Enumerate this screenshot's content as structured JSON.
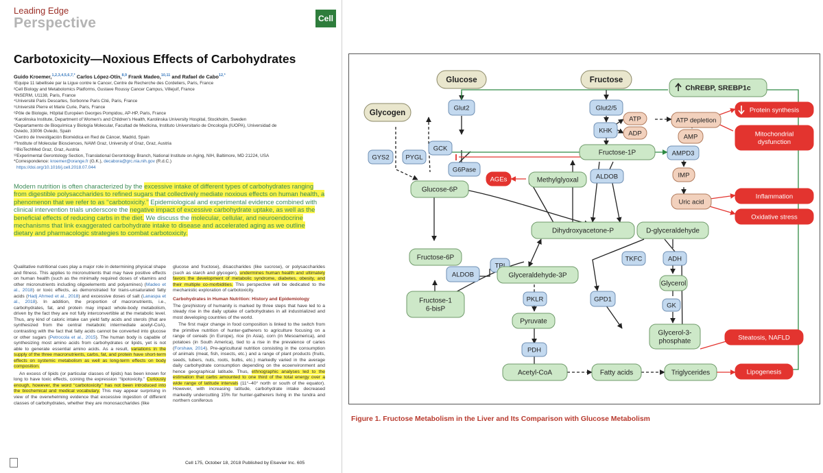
{
  "header": {
    "section": "Leading Edge",
    "type": "Perspective",
    "journal_logo": "Cell"
  },
  "article": {
    "title": "Carbotoxicity—Noxious Effects of Carbohydrates",
    "authors": [
      {
        "name": "Guido Kroemer,",
        "sup": "1,2,3,4,5,6,7,*"
      },
      {
        "name": " Carlos López-Otín,",
        "sup": "8,9"
      },
      {
        "name": " Frank Madeo,",
        "sup": "10,11"
      },
      {
        "name": " and Rafael de Cabo",
        "sup": "12,*"
      }
    ],
    "affiliations": [
      "¹Equipe 11 labellisée par la Ligue contre le Cancer, Centre de Recherche des Cordeliers, Paris, France",
      "²Cell Biology and Metabolomics Platforms, Gustave Roussy Cancer Campus, Villejuif, France",
      "³INSERM, U1138, Paris, France",
      "⁴Université Paris Descartes, Sorbonne Paris Cité, Paris, France",
      "⁵Université Pierre et Marie Curie, Paris, France",
      "⁶Pôle de Biologie, Hôpital Européen Georges Pompidou, AP-HP, Paris, France",
      "⁷Karolinska Institute, Department of Women's and Children's Health, Karolinska University Hospital, Stockholm, Sweden",
      "⁸Departamento de Bioquímica y Biología Molecular, Facultad de Medicina, Instituto Universitario de Oncología (IUOPA), Universidad de",
      "Oviedo, 33006 Oviedo, Spain",
      "⁹Centro de Investigación Biomédica en Red de Cáncer, Madrid, Spain",
      "¹⁰Institute of Molecular Biosciences, NAWI Graz, University of Graz, Graz, Austria",
      "¹¹BioTechMed Graz, Graz, Austria",
      "¹²Experimental Gerontology Section, Translational Gerontology Branch, National Institute on Aging, NIH, Baltimore, MD 21224, USA"
    ],
    "correspondence_prefix": "*Correspondence: ",
    "correspondence_email1": "kroemer@orange.fr",
    "correspondence_mid": " (G.K.), ",
    "correspondence_email2": "decabora@grc.nia.nih.gov",
    "correspondence_suffix": " (R.d.C.)",
    "doi": "https://doi.org/10.1016/j.cell.2018.07.044",
    "abstract_parts": [
      {
        "t": "Modern nutrition is often characterized by the ",
        "h": false
      },
      {
        "t": "excessive intake of different types of carbohydrates ranging from digestible polysaccharides to refined sugars that collectively mediate noxious effects on human health, a phenomenon that we refer to as ‘‘carbotoxicity.’’",
        "h": true
      },
      {
        "t": " Epidemiological and experimental evidence combined with clinical intervention trials underscore the ",
        "h": false
      },
      {
        "t": "negative impact of excessive carbohydrate uptake, as well as the beneficial effects of reducing carbs in the diet.",
        "h": true
      },
      {
        "t": " We discuss the ",
        "h": false
      },
      {
        "t": "molecular, cellular, and neuroendocrine mechanisms that link exaggerated carbohydrate intake to disease and accelerated aging as we outline dietary and pharmacologic strategies to combat carbotoxicity.",
        "h": true
      }
    ],
    "col1": [
      [
        {
          "t": "Qualitative nutritional cues play a major role in determining physical shape and fitness. This applies to micronutrients that may have positive effects on human health (such as the minimally required doses of vitamins and other micronutrients including oligoelements and polyamines) (",
          "h": false
        },
        {
          "t": "Madeo et al., 2018",
          "h": false,
          "l": true
        },
        {
          "t": ") or toxic effects, as demonstrated for trans-unsaturated fatty acids (",
          "h": false
        },
        {
          "t": "Hadj Ahmed et al., 2018",
          "h": false,
          "l": true
        },
        {
          "t": ") and excessive doses of salt (",
          "h": false
        },
        {
          "t": "Lanaspa et al., 2018",
          "h": false,
          "l": true
        },
        {
          "t": "). In addition, the proportion of macronutrients, i.e., carbohydrates, fat, and protein may impact whole-body metabolism, driven by the fact they are not fully interconvertible at the metabolic level. Thus, any kind of caloric intake can yield fatty acids and sterols (that are synthesized from the central metabolic intermediate acetyl-CoA), contrasting with the fact that fatty acids cannot be converted into glucose or other sugars (",
          "h": false
        },
        {
          "t": "Petrocola et al., 2015",
          "h": false,
          "l": true
        },
        {
          "t": "). The human body is capable of synthesizing most amino acids from carbohydrates or lipids, yet is not able to generate essential amino acids. As a result, ",
          "h": false
        },
        {
          "t": "variations in the supply of the three macronutrients, carbs, fat, and protein have short-term effects on systemic metabolism as well as long-term effects on body composition.",
          "h": true
        }
      ],
      [
        {
          "t": "An excess of lipids (or particular classes of lipids) has been known for long to have toxic effects, coining the expression ‘‘lipotoxicity.’’ ",
          "h": false
        },
        {
          "t": "Curiously enough, however, the word ‘‘carbotoxicity’’ has not been introduced into the biochemical and medical vocabulary.",
          "h": true
        },
        {
          "t": " This may appear surprising in view of the overwhelming evidence that excessive ingestion of different classes of carbohydrates, whether they are monosaccharides (like",
          "h": false
        }
      ]
    ],
    "col2_top": [
      {
        "t": "glucose and fructose), disaccharides (like sucrose), or polysaccharides (such as starch and glycogen), ",
        "h": false
      },
      {
        "t": "undermines human health and ultimately favors the development of metabolic syndrome, diabetes, obesity, and their multiple co-morbidities.",
        "h": true
      },
      {
        "t": " This perspective will be dedicated to the mechanistic exploration of carbotoxicity.",
        "h": false
      }
    ],
    "section_heading": "Carbohydrates in Human Nutrition: History and Epidemiology",
    "col2_paras": [
      [
        {
          "t": "The (pre)history of humanity is marked by three steps that have led to a steady rise in the daily uptake of carbohydrates in all industrialized and most developing countries of the world.",
          "h": false
        }
      ],
      [
        {
          "t": "The first major change in food composition is linked to the switch from the primitive nutrition of hunter-gatherers to agriculture focusing on a range of cereals (in Europe), rice (in Asia), corn (in Mesoamerica), and potatoes (in South America), tied to a rise in the prevalence of caries (",
          "h": false
        },
        {
          "t": "Forshaw, 2014",
          "h": false,
          "l": true
        },
        {
          "t": "). Pre-agricultural nutrition consisting in the consumption of animals (meat, fish, insects, etc.) and a range of plant products (fruits, seeds, tubers, nuts, roots, bulbs, etc.) markedly varied in the average daily carbohydrate consumption depending on the ecoenvironment and hence geographical latitude. Thus, ",
          "h": false
        },
        {
          "t": "ethnographic analyses led to the estimation that carbs amounted to one third of the total energy over a wide range of latitude intervals",
          "h": true
        },
        {
          "t": " (11°–40° north or south of the equator). However, with increasing latitude, carbohydrate intake decreased markedly undercutting 15% for hunter-gatherers living in the tundra and northern coniferous",
          "h": false
        }
      ]
    ],
    "footer": "Cell 175, October 18, 2018 Published by Elsevier Inc.    605"
  },
  "figure": {
    "caption": "Figure 1.  Fructose Metabolism in the Liver and Its Comparison with Glucose Metabolism",
    "colors": {
      "substrate": "#e9e6cd",
      "metabolite": "#cde8c8",
      "enzyme": "#c3d9ef",
      "energy": "#f2d1bd",
      "outcome": "#e3342f",
      "arrow_green": "#2f8a43",
      "arrow_red": "#e05260"
    },
    "nodes": {
      "glucose": "Glucose",
      "fructose": "Fructose",
      "chrebp": "ChREBP, SREBP1c",
      "glycogen": "Glycogen",
      "glut2": "Glut2",
      "glut25": "Glut2/5",
      "atp": "ATP",
      "adp": "ADP",
      "atp_depletion": "ATP depletion",
      "protein_synthesis": "Protein synthesis",
      "khk": "KHK",
      "amp": "AMP",
      "mito": [
        "Mitochondrial",
        "dysfunction"
      ],
      "gys2": "GYS2",
      "pygl": "PYGL",
      "gck": "GCK",
      "fructose1p": "Fructose-1P",
      "ampd3": "AMPD3",
      "g6pase": "G6Pase",
      "ages": "AGEs",
      "methylglyoxal": "Methylglyoxal",
      "aldob1": "ALDOB",
      "imp": "IMP",
      "glucose6p": "Glucose-6P",
      "uric_acid": "Uric acid",
      "inflammation": "Inflammation",
      "oxidative_stress": "Oxidative stress",
      "dhap": "Dihydroxyacetone-P",
      "dglyceraldehyde": "D-glyceraldehyde",
      "fructose6p": "Fructose-6P",
      "tpi": "TPI",
      "tkfc": "TKFC",
      "adh": "ADH",
      "aldob2": "ALDOB",
      "ga3p": "Glyceraldehyde-3P",
      "gpd1": "GPD1",
      "glycerol": "Glycerol",
      "f16bp": [
        "Fructose-1",
        "6-bisP"
      ],
      "pklr": "PKLR",
      "gk": "GK",
      "pyruvate": "Pyruvate",
      "glycerol3p": [
        "Glycerol-3-",
        "phosphate"
      ],
      "steatosis": "Steatosis, NAFLD",
      "pdh": "PDH",
      "acetylcoa": "Acetyl-CoA",
      "fattyacids": "Fatty acids",
      "triglycerides": "Triglycerides",
      "lipogenesis": "Lipogenesis"
    }
  }
}
